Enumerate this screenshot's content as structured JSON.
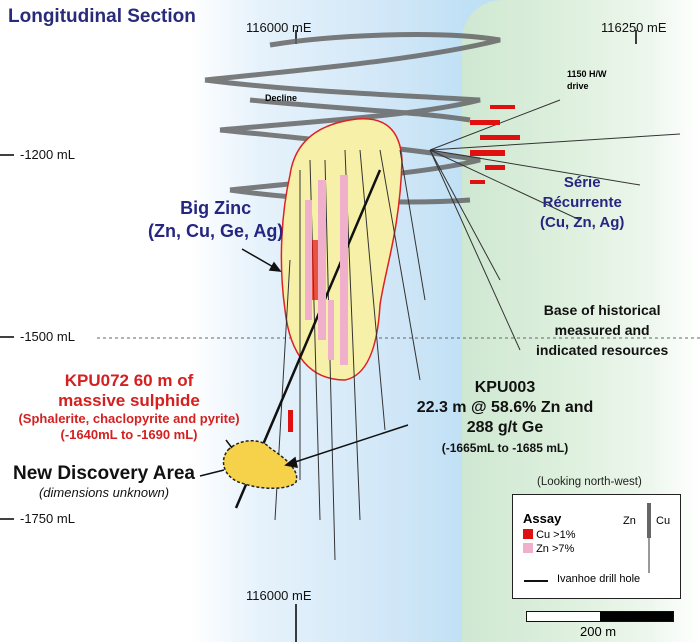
{
  "title": "Longitudinal Section",
  "coords": {
    "top_left": "116000 mE",
    "top_right": "116250 mE",
    "bottom": "116000 mE"
  },
  "levels": [
    "-1200 mL",
    "-1500 mL",
    "-1750 mL"
  ],
  "labels": {
    "drive": [
      "1150 H/W",
      "drive"
    ],
    "decline": "Decline",
    "big_zinc": [
      "Big Zinc",
      "(Zn, Cu, Ge, Ag)"
    ],
    "serie": [
      "Série",
      "Récurrente",
      "(Cu, Zn, Ag)"
    ],
    "base": [
      "Base of historical",
      "measured and",
      "indicated resources"
    ],
    "kpu072": [
      "KPU072 60 m of",
      "massive sulphide",
      "(Sphalerite, chaclopyrite and pyrite)",
      "(-1640mL to -1690 mL)"
    ],
    "kpu003": [
      "KPU003",
      "22.3 m @ 58.6% Zn and",
      "288 g/t Ge",
      "(-1665mL to -1685 mL)"
    ],
    "discovery": [
      "New Discovery Area",
      "(dimensions unknown)"
    ],
    "looking": "(Looking north-west)"
  },
  "legend": {
    "title": "Assay",
    "items": [
      {
        "label": "Cu >1%",
        "color": "#e01010"
      },
      {
        "label": "Zn >7%",
        "color": "#f0b0cc"
      }
    ],
    "zn": "Zn",
    "cu": "Cu",
    "drill": "Ivanhoe drill hole"
  },
  "scale": "200 m"
}
